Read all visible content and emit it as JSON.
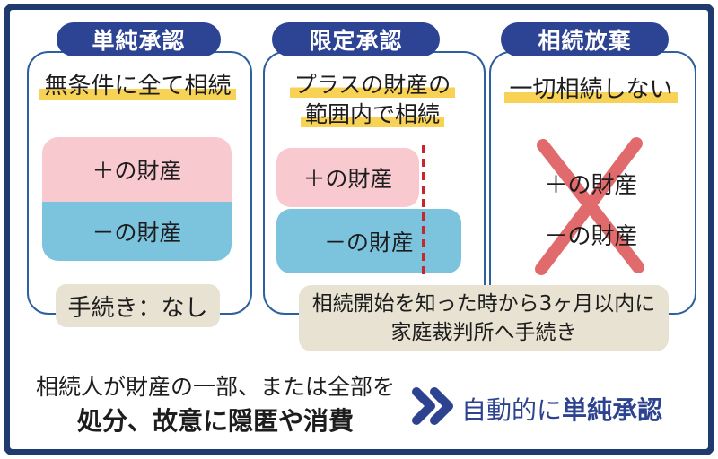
{
  "columns": [
    {
      "header": "単純承認",
      "desc1": "無条件に全て相続",
      "plus": "＋の財産",
      "minus": "－の財産",
      "note": "手続き：なし"
    },
    {
      "header": "限定承認",
      "desc1": "プラスの財産の",
      "desc2": "範囲内で相続",
      "plus": "＋の財産",
      "minus": "－の財産"
    },
    {
      "header": "相続放棄",
      "desc1": "一切相続しない",
      "plus": "＋の財産",
      "minus": "－の財産"
    }
  ],
  "shared_note": {
    "line1": "相続開始を知った時から3ヶ月以内に",
    "line2": "家庭裁判所へ手続き"
  },
  "footer": {
    "line1": "相続人が財産の一部、または全部を",
    "line2": "処分、故意に隠匿や消費",
    "result_prefix": "自動的に",
    "result_emphasis": "単純承認"
  },
  "icons": {
    "double_chevron_right": "double-chevron-right-icon",
    "cross_mark": "red-cross-x-icon"
  },
  "colors": {
    "frame_navy": "#1e3a6e",
    "header_blue": "#2d4394",
    "card_border_blue": "#2e5f9f",
    "highlight_yellow": "#f8d255",
    "plus_pink": "#f9c9d0",
    "minus_blue": "#7cc3dd",
    "note_beige": "#e8e2d2",
    "dashed_red": "#c5272d",
    "cross_red": "#e16a6c",
    "accent_text_blue": "#2d4390"
  }
}
